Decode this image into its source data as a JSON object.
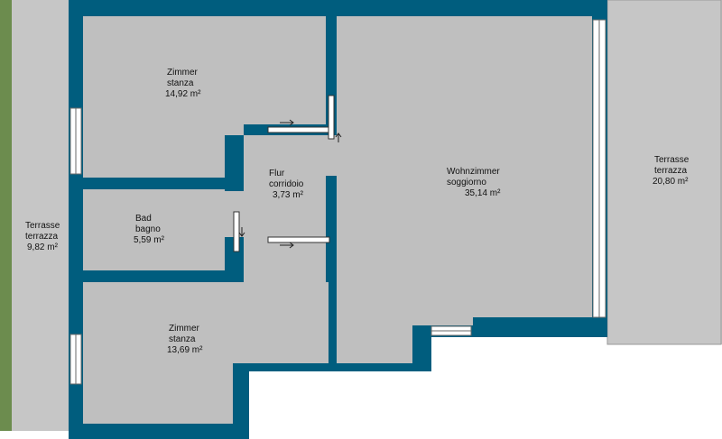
{
  "colors": {
    "wall": "#005d7e",
    "floor": "#bfbfbf",
    "terrace": "#c6c6c6",
    "garden": "#6c8c4e",
    "window": "#ffffff"
  },
  "rooms": {
    "zimmer_top": {
      "line1": "Zimmer",
      "line2": "stanza",
      "area": "14,92 m²"
    },
    "bad": {
      "line1": "Bad",
      "line2": "bagno",
      "area": "5,59 m²"
    },
    "zimmer_bottom": {
      "line1": "Zimmer",
      "line2": "stanza",
      "area": "13,69 m²"
    },
    "flur": {
      "line1": "Flur",
      "line2": "corridoio",
      "area": "3,73 m²"
    },
    "wohnzimmer": {
      "line1": "Wohnzimmer",
      "line2": "soggiorno",
      "area": "35,14 m²"
    },
    "terrasse_left": {
      "line1": "Terrasse",
      "line2": "terrazza",
      "area": "9,82 m²"
    },
    "terrasse_right": {
      "line1": "Terrasse",
      "line2": "terrazza",
      "area": "20,80 m²"
    }
  }
}
